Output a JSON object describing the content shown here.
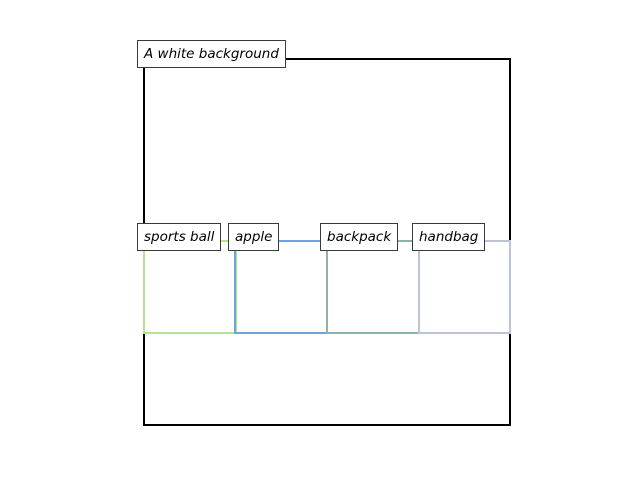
{
  "scene": {
    "caption": "A white background",
    "frame_color": "#000000"
  },
  "objects": [
    {
      "label": "sports ball",
      "color": "#b1e68c"
    },
    {
      "label": "apple",
      "color": "#6ea3e0"
    },
    {
      "label": "backpack",
      "color": "#8fb2ab"
    },
    {
      "label": "handbag",
      "color": "#bfc3d8"
    }
  ]
}
